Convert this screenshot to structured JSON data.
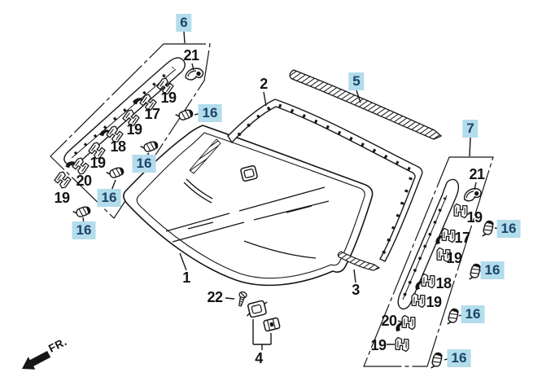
{
  "colors": {
    "background": "#ffffff",
    "line": "#161616",
    "highlight_bg": "#b3dcec",
    "highlight_text": "#1c4468"
  },
  "fr": {
    "label": "FR."
  },
  "parts": {
    "windshield": "1",
    "upper_molding": "2",
    "lower_molding_strip": "3",
    "bracket_set": "4",
    "cowl_top_seal": "5",
    "screw": "22"
  },
  "groups": {
    "left": {
      "label": "6",
      "clip_labels": [
        "21",
        "19",
        "17",
        "19",
        "18",
        "19",
        "20",
        "19"
      ],
      "fasteners": [
        "16",
        "16",
        "16",
        "16"
      ]
    },
    "right": {
      "label": "7",
      "clip_labels": [
        "21",
        "19",
        "17",
        "19",
        "18",
        "19",
        "20",
        "19"
      ],
      "fasteners": [
        "16",
        "16",
        "16",
        "16"
      ]
    }
  }
}
